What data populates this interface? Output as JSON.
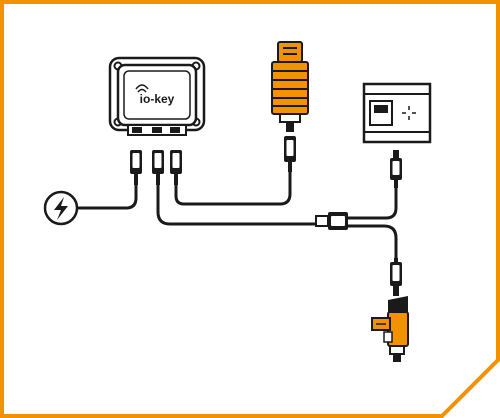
{
  "brand": {
    "logo_text": "io-key",
    "accent_color": "#F39200",
    "line_color": "#1A1A1A"
  },
  "diagram": {
    "nodes": [
      {
        "id": "iokey-device",
        "icon": "iokey-gateway-icon"
      },
      {
        "id": "power-supply",
        "icon": "lightning-bolt-icon"
      },
      {
        "id": "sensor-top",
        "icon": "orange-cylindrical-sensor-icon"
      },
      {
        "id": "controller",
        "icon": "plc-controller-icon"
      },
      {
        "id": "sensor-bottom",
        "icon": "orange-angled-sensor-icon"
      }
    ]
  }
}
